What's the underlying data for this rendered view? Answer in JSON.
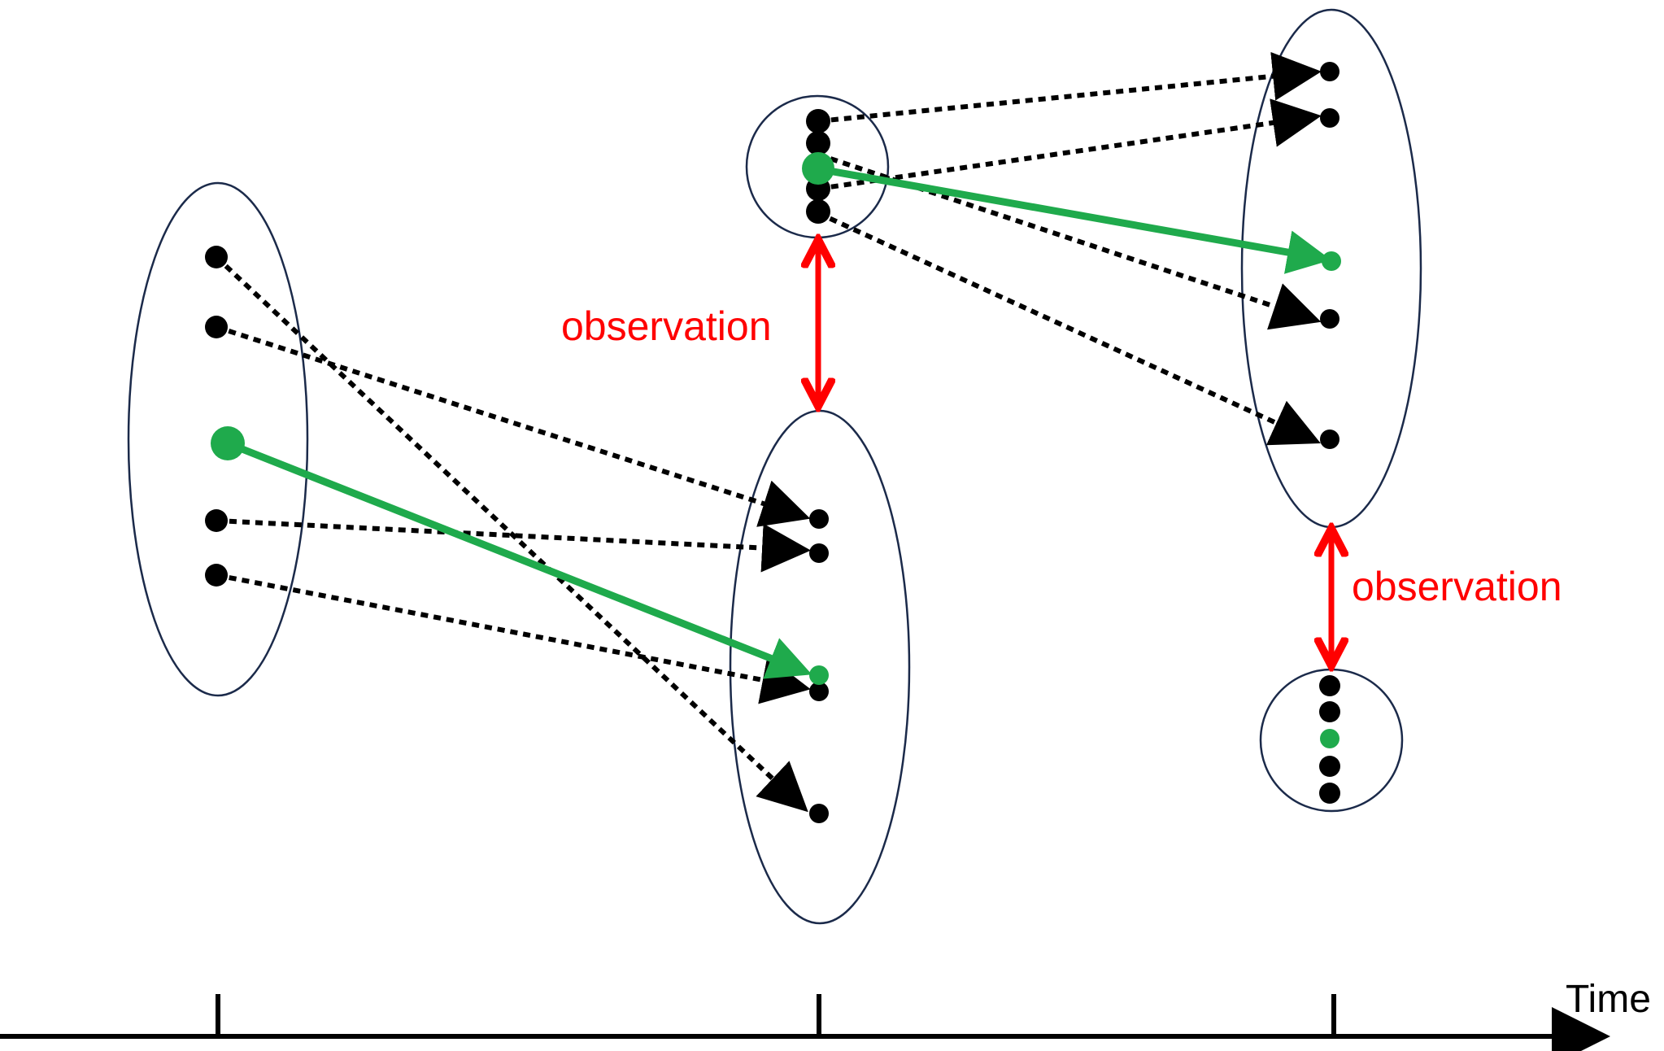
{
  "colors": {
    "particle": "#000000",
    "highlight": "#1faa4c",
    "observation": "#ff0000",
    "ellipse_stroke": "#1b2a4a",
    "axis": "#000000"
  },
  "labels": {
    "observation_1": "observation",
    "observation_2": "observation",
    "time_axis": "Time"
  },
  "time_steps": 3,
  "observation_count": 2,
  "particles_per_step": 5,
  "highlighted_trajectories": 2
}
